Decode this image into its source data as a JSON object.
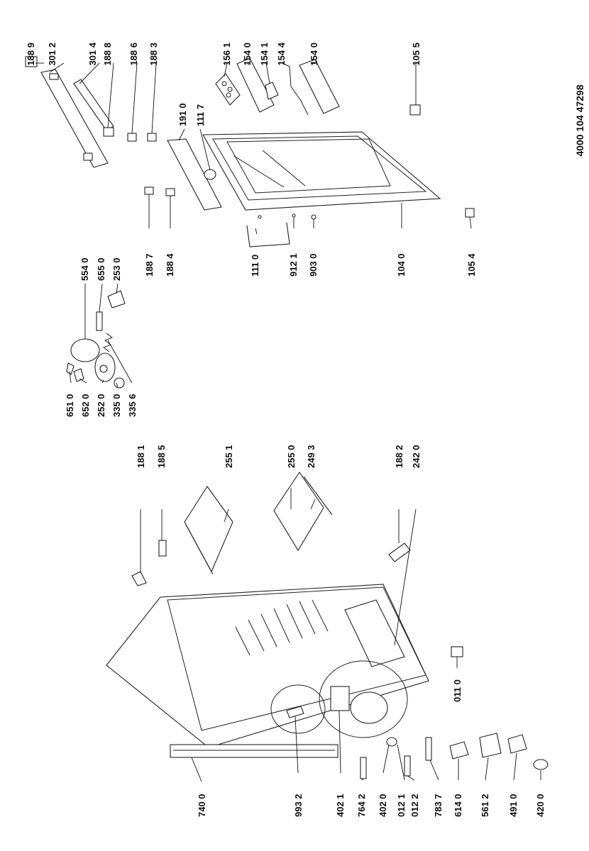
{
  "document_code": "4000 104 47298",
  "parts": [
    {
      "code": "188 9"
    },
    {
      "code": "301 2"
    },
    {
      "code": "301 4"
    },
    {
      "code": "188 8"
    },
    {
      "code": "188 6"
    },
    {
      "code": "188 3"
    },
    {
      "code": "156 1"
    },
    {
      "code": "154 0"
    },
    {
      "code": "154 1"
    },
    {
      "code": "154 4"
    },
    {
      "code": "154 0"
    },
    {
      "code": "105 5"
    },
    {
      "code": "191 0"
    },
    {
      "code": "111 7"
    },
    {
      "code": "188 7"
    },
    {
      "code": "188 4"
    },
    {
      "code": "111 0"
    },
    {
      "code": "912 1"
    },
    {
      "code": "903 0"
    },
    {
      "code": "104 0"
    },
    {
      "code": "105 4"
    },
    {
      "code": "554 0"
    },
    {
      "code": "655 0"
    },
    {
      "code": "253 0"
    },
    {
      "code": "651 0"
    },
    {
      "code": "652 0"
    },
    {
      "code": "252 0"
    },
    {
      "code": "335 0"
    },
    {
      "code": "335 6"
    },
    {
      "code": "188 1"
    },
    {
      "code": "188 5"
    },
    {
      "code": "255 1"
    },
    {
      "code": "255 0"
    },
    {
      "code": "249 3"
    },
    {
      "code": "188 2"
    },
    {
      "code": "242 0"
    },
    {
      "code": "011 0"
    },
    {
      "code": "740 0"
    },
    {
      "code": "993 2"
    },
    {
      "code": "402 1"
    },
    {
      "code": "764 2"
    },
    {
      "code": "402 0"
    },
    {
      "code": "012 1"
    },
    {
      "code": "012 2"
    },
    {
      "code": "783 7"
    },
    {
      "code": "614 0"
    },
    {
      "code": "561 2"
    },
    {
      "code": "491 0"
    },
    {
      "code": "420 0"
    }
  ]
}
